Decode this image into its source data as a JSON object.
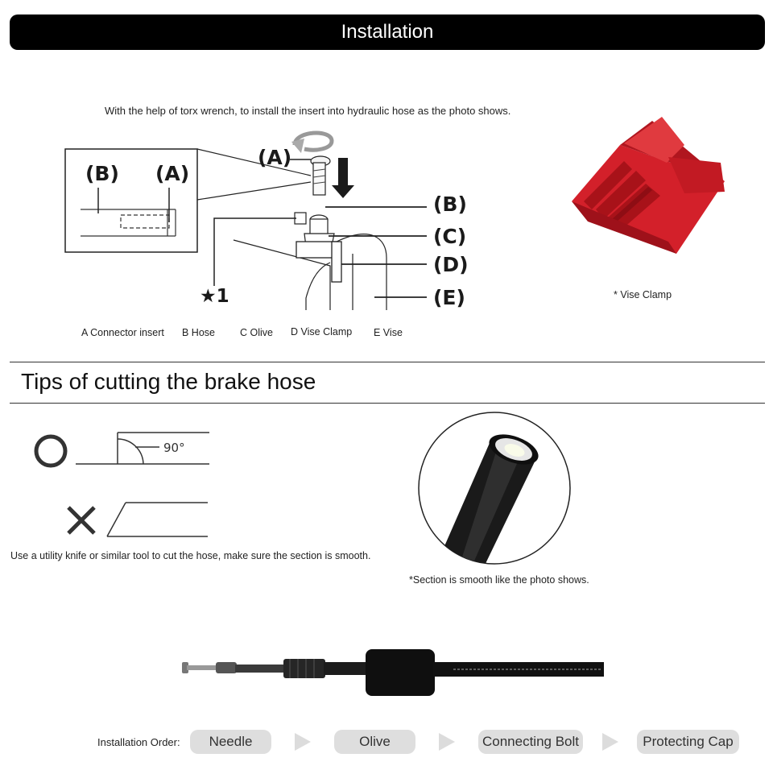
{
  "header": {
    "title": "Installation"
  },
  "installation": {
    "instruction": "With the help of torx wrench, to install the insert into hydraulic hose as the photo shows.",
    "inset_labels": {
      "b": "(B)",
      "a": "(A)"
    },
    "diagram_labels": {
      "a": "(A)",
      "b": "(B)",
      "c": "(C)",
      "d": "(D)",
      "e": "(E)",
      "star": "★1"
    },
    "legend": [
      "A Connector insert",
      "B Hose",
      "C Olive",
      "D Vise Clamp",
      "E Vise"
    ],
    "vise_clamp_caption": "* Vise Clamp",
    "vise_clamp_color": "#d3202a"
  },
  "tips": {
    "title": "Tips of cutting the brake hose",
    "angle_label": "90°",
    "instruction": "Use a utility knife or similar tool to cut the hose, make sure the section is smooth.",
    "photo_caption": "*Section is smooth like the photo shows.",
    "correct_icon": "circle-icon",
    "wrong_icon": "cross-icon"
  },
  "order": {
    "label": "Installation Order:",
    "steps": [
      "Needle",
      "Olive",
      "Connecting Bolt",
      "Protecting Cap"
    ]
  }
}
